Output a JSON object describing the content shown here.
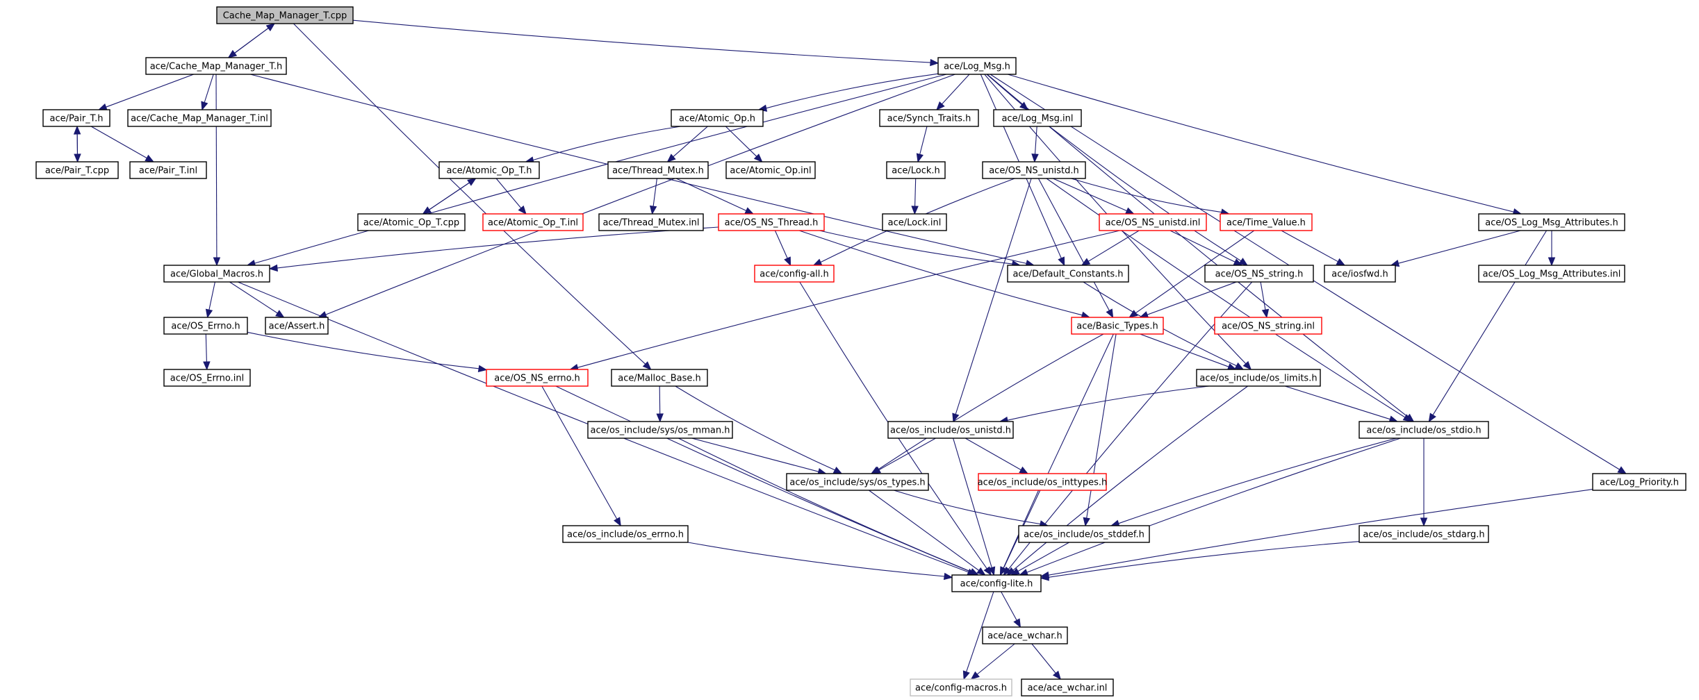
{
  "graph": {
    "nodes": [
      {
        "id": "root",
        "label": "Cache_Map_Manager_T.cpp",
        "style": "root"
      },
      {
        "id": "cmmh",
        "label": "ace/Cache_Map_Manager_T.h",
        "style": "normal"
      },
      {
        "id": "logmsg",
        "label": "ace/Log_Msg.h",
        "style": "normal"
      },
      {
        "id": "pairh",
        "label": "ace/Pair_T.h",
        "style": "normal"
      },
      {
        "id": "cmminl",
        "label": "ace/Cache_Map_Manager_T.inl",
        "style": "normal"
      },
      {
        "id": "atomicop",
        "label": "ace/Atomic_Op.h",
        "style": "normal"
      },
      {
        "id": "synch",
        "label": "ace/Synch_Traits.h",
        "style": "normal"
      },
      {
        "id": "logmsginl",
        "label": "ace/Log_Msg.inl",
        "style": "normal"
      },
      {
        "id": "paircpp",
        "label": "ace/Pair_T.cpp",
        "style": "normal"
      },
      {
        "id": "pairinl",
        "label": "ace/Pair_T.inl",
        "style": "normal"
      },
      {
        "id": "atomicopt",
        "label": "ace/Atomic_Op_T.h",
        "style": "normal"
      },
      {
        "id": "threadmutex",
        "label": "ace/Thread_Mutex.h",
        "style": "normal"
      },
      {
        "id": "atomicopinl",
        "label": "ace/Atomic_Op.inl",
        "style": "normal"
      },
      {
        "id": "lock",
        "label": "ace/Lock.h",
        "style": "normal"
      },
      {
        "id": "osunistd",
        "label": "ace/OS_NS_unistd.h",
        "style": "normal"
      },
      {
        "id": "atomicoptcpp",
        "label": "ace/Atomic_Op_T.cpp",
        "style": "normal"
      },
      {
        "id": "atomicoptinl",
        "label": "ace/Atomic_Op_T.inl",
        "style": "trunc"
      },
      {
        "id": "threadmutexinl",
        "label": "ace/Thread_Mutex.inl",
        "style": "normal"
      },
      {
        "id": "osthread",
        "label": "ace/OS_NS_Thread.h",
        "style": "trunc"
      },
      {
        "id": "lockinl",
        "label": "ace/Lock.inl",
        "style": "normal"
      },
      {
        "id": "osunistdinl",
        "label": "ace/OS_NS_unistd.inl",
        "style": "trunc"
      },
      {
        "id": "timevalue",
        "label": "ace/Time_Value.h",
        "style": "trunc"
      },
      {
        "id": "oslogattr",
        "label": "ace/OS_Log_Msg_Attributes.h",
        "style": "normal"
      },
      {
        "id": "globalmacros",
        "label": "ace/Global_Macros.h",
        "style": "normal"
      },
      {
        "id": "configall",
        "label": "ace/config-all.h",
        "style": "trunc"
      },
      {
        "id": "defconst",
        "label": "ace/Default_Constants.h",
        "style": "normal"
      },
      {
        "id": "osstring",
        "label": "ace/OS_NS_string.h",
        "style": "normal"
      },
      {
        "id": "iosfwd",
        "label": "ace/iosfwd.h",
        "style": "normal"
      },
      {
        "id": "oslogattrinl",
        "label": "ace/OS_Log_Msg_Attributes.inl",
        "style": "normal"
      },
      {
        "id": "oserrno",
        "label": "ace/OS_Errno.h",
        "style": "normal"
      },
      {
        "id": "assert",
        "label": "ace/Assert.h",
        "style": "normal"
      },
      {
        "id": "basictypes",
        "label": "ace/Basic_Types.h",
        "style": "trunc"
      },
      {
        "id": "osstringinl",
        "label": "ace/OS_NS_string.inl",
        "style": "trunc"
      },
      {
        "id": "oserrnoinl",
        "label": "ace/OS_Errno.inl",
        "style": "normal"
      },
      {
        "id": "osnserrno",
        "label": "ace/OS_NS_errno.h",
        "style": "trunc"
      },
      {
        "id": "mallocbase",
        "label": "ace/Malloc_Base.h",
        "style": "normal"
      },
      {
        "id": "oslimits",
        "label": "ace/os_include/os_limits.h",
        "style": "normal"
      },
      {
        "id": "osmman",
        "label": "ace/os_include/sys/os_mman.h",
        "style": "normal"
      },
      {
        "id": "osinclunistd",
        "label": "ace/os_include/os_unistd.h",
        "style": "normal"
      },
      {
        "id": "osstdio",
        "label": "ace/os_include/os_stdio.h",
        "style": "normal"
      },
      {
        "id": "ostypes",
        "label": "ace/os_include/sys/os_types.h",
        "style": "normal"
      },
      {
        "id": "osinttypes",
        "label": "ace/os_include/os_inttypes.h",
        "style": "trunc"
      },
      {
        "id": "logpriority",
        "label": "ace/Log_Priority.h",
        "style": "normal"
      },
      {
        "id": "oserrnoh",
        "label": "ace/os_include/os_errno.h",
        "style": "normal"
      },
      {
        "id": "osstddef",
        "label": "ace/os_include/os_stddef.h",
        "style": "normal"
      },
      {
        "id": "osstdarg",
        "label": "ace/os_include/os_stdarg.h",
        "style": "normal"
      },
      {
        "id": "configlite",
        "label": "ace/config-lite.h",
        "style": "normal"
      },
      {
        "id": "acewchar",
        "label": "ace/ace_wchar.h",
        "style": "normal"
      },
      {
        "id": "configmacros",
        "label": "ace/config-macros.h",
        "style": "ext"
      },
      {
        "id": "acewcharinl",
        "label": "ace/ace_wchar.inl",
        "style": "normal"
      }
    ],
    "edges": [
      [
        "root",
        "cmmh"
      ],
      [
        "root",
        "logmsg"
      ],
      [
        "root",
        "mallocbase"
      ],
      [
        "cmmh",
        "root"
      ],
      [
        "cmmh",
        "pairh"
      ],
      [
        "cmmh",
        "cmminl"
      ],
      [
        "cmmh",
        "globalmacros"
      ],
      [
        "cmmh",
        "defconst"
      ],
      [
        "pairh",
        "paircpp"
      ],
      [
        "pairh",
        "pairinl"
      ],
      [
        "paircpp",
        "pairh"
      ],
      [
        "logmsg",
        "atomicop"
      ],
      [
        "logmsg",
        "synch"
      ],
      [
        "logmsg",
        "logmsginl"
      ],
      [
        "logmsg",
        "globalmacros"
      ],
      [
        "logmsg",
        "assert"
      ],
      [
        "logmsg",
        "defconst"
      ],
      [
        "logmsg",
        "oslimits"
      ],
      [
        "logmsg",
        "oslogattr"
      ],
      [
        "logmsg",
        "logpriority"
      ],
      [
        "logmsg",
        "osstdio"
      ],
      [
        "atomicop",
        "atomicopt"
      ],
      [
        "atomicop",
        "threadmutex"
      ],
      [
        "atomicop",
        "atomicopinl"
      ],
      [
        "atomicopt",
        "atomicoptcpp"
      ],
      [
        "atomicopt",
        "atomicoptinl"
      ],
      [
        "atomicoptcpp",
        "atomicopt"
      ],
      [
        "threadmutex",
        "threadmutexinl"
      ],
      [
        "threadmutex",
        "osthread"
      ],
      [
        "synch",
        "lock"
      ],
      [
        "lock",
        "lockinl"
      ],
      [
        "logmsginl",
        "osunistd"
      ],
      [
        "logmsginl",
        "osstring"
      ],
      [
        "osunistd",
        "osunistdinl"
      ],
      [
        "osunistd",
        "timevalue"
      ],
      [
        "osunistd",
        "configall"
      ],
      [
        "osunistd",
        "basictypes"
      ],
      [
        "osunistd",
        "osinclunistd"
      ],
      [
        "osunistd",
        "osstdio"
      ],
      [
        "osunistdinl",
        "defconst"
      ],
      [
        "osunistdinl",
        "osstring"
      ],
      [
        "osunistdinl",
        "osnserrno"
      ],
      [
        "timevalue",
        "basictypes"
      ],
      [
        "timevalue",
        "iosfwd"
      ],
      [
        "osthread",
        "globalmacros"
      ],
      [
        "osthread",
        "configall"
      ],
      [
        "osthread",
        "defconst"
      ],
      [
        "osthread",
        "basictypes"
      ],
      [
        "oslogattr",
        "iosfwd"
      ],
      [
        "oslogattr",
        "oslogattrinl"
      ],
      [
        "oslogattr",
        "osstdio"
      ],
      [
        "globalmacros",
        "oserrno"
      ],
      [
        "globalmacros",
        "assert"
      ],
      [
        "globalmacros",
        "configlite"
      ],
      [
        "configall",
        "configlite"
      ],
      [
        "defconst",
        "oslimits"
      ],
      [
        "osstring",
        "basictypes"
      ],
      [
        "osstring",
        "osstringinl"
      ],
      [
        "osstring",
        "configlite"
      ],
      [
        "oserrno",
        "oserrnoinl"
      ],
      [
        "oserrno",
        "osnserrno"
      ],
      [
        "basictypes",
        "oslimits"
      ],
      [
        "basictypes",
        "ostypes"
      ],
      [
        "basictypes",
        "osstddef"
      ],
      [
        "basictypes",
        "configlite"
      ],
      [
        "osnserrno",
        "oserrnoh"
      ],
      [
        "osnserrno",
        "configlite"
      ],
      [
        "mallocbase",
        "osmman"
      ],
      [
        "mallocbase",
        "ostypes"
      ],
      [
        "oslimits",
        "osinclunistd"
      ],
      [
        "oslimits",
        "osstdio"
      ],
      [
        "oslimits",
        "configlite"
      ],
      [
        "osmman",
        "ostypes"
      ],
      [
        "osmman",
        "configlite"
      ],
      [
        "osinclunistd",
        "ostypes"
      ],
      [
        "osinclunistd",
        "osinttypes"
      ],
      [
        "osinclunistd",
        "configlite"
      ],
      [
        "osstdio",
        "osstddef"
      ],
      [
        "osstdio",
        "osstdarg"
      ],
      [
        "osstdio",
        "configlite"
      ],
      [
        "ostypes",
        "osstddef"
      ],
      [
        "ostypes",
        "configlite"
      ],
      [
        "osinttypes",
        "configlite"
      ],
      [
        "logpriority",
        "configlite"
      ],
      [
        "oserrnoh",
        "configlite"
      ],
      [
        "osstddef",
        "configlite"
      ],
      [
        "osstdarg",
        "configlite"
      ],
      [
        "configlite",
        "acewchar"
      ],
      [
        "configlite",
        "configmacros"
      ],
      [
        "acewchar",
        "configmacros"
      ],
      [
        "acewchar",
        "acewcharinl"
      ]
    ]
  }
}
